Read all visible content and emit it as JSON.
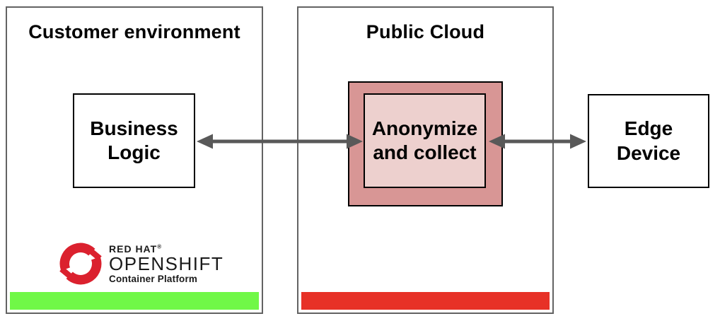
{
  "customer_env": {
    "title": "Customer environment",
    "node": "Business Logic"
  },
  "public_cloud": {
    "title": "Public Cloud",
    "node": "Anonymize and collect"
  },
  "edge_device": {
    "node": "Edge Device"
  },
  "logo": {
    "brand": "RED HAT",
    "registered_mark": "®",
    "product": "OPENSHIFT",
    "subtitle": "Container Platform"
  },
  "colors": {
    "container_border": "#636363",
    "node_border": "#000000",
    "arrow": "#595959",
    "pink_outer": "#D89695",
    "pink_inner": "#EDD0CE",
    "green_bar": "#70F847",
    "red_bar": "#E73127",
    "logo_red": "#DB212E",
    "text": "#000000"
  }
}
